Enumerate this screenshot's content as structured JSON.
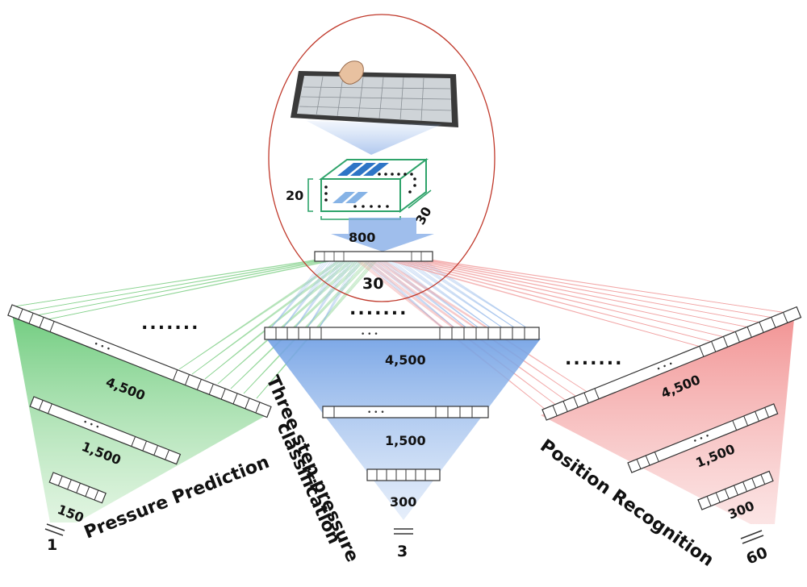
{
  "input": {
    "height_label": "20",
    "depth_label": "30",
    "width_label": "800",
    "flatten_label": "30",
    "ellipsis": "......."
  },
  "branches": {
    "pressure_prediction": {
      "title": "Pressure Prediction",
      "layers": [
        "4,500",
        "1,500",
        "150"
      ],
      "output": "1",
      "ellipsis": "......."
    },
    "classification": {
      "title_line1": "Three step pressure",
      "title_line2": "classification",
      "layers": [
        "4,500",
        "1,500",
        "300"
      ],
      "output": "3"
    },
    "position_recognition": {
      "title": "Position Recognition",
      "layers": [
        "4,500",
        "1,500",
        "300"
      ],
      "output": "60",
      "ellipsis": "......."
    }
  },
  "colors": {
    "green": "#7fcf86",
    "blue": "#8fb6ea",
    "red": "#f29a9a",
    "circle": "#c0392b"
  }
}
